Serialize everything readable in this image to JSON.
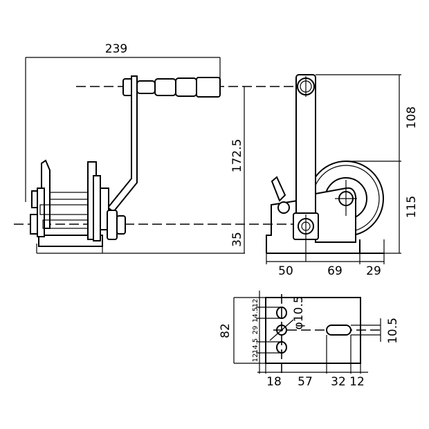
{
  "drawing": {
    "side_view": {
      "width_total": "239",
      "handle_height": "172.5",
      "axis_height": "35"
    },
    "front_view": {
      "upper_height": "108",
      "lower_height": "115",
      "base_left": "50",
      "base_mid": "69",
      "base_right": "29"
    },
    "base_plan": {
      "depth": "82",
      "hole_spacing": [
        "12",
        "14.5",
        "29",
        "14.5",
        "12"
      ],
      "hole_diameter": "φ10.5",
      "shaft_diameter": "10.5",
      "bottom_dims": [
        "18",
        "57",
        "32",
        "12"
      ]
    }
  }
}
